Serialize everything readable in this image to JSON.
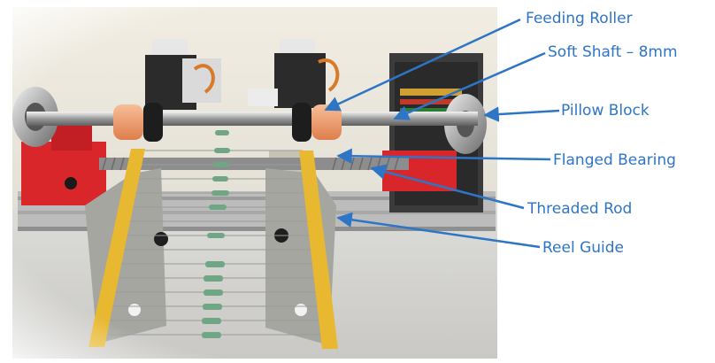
{
  "annotations": [
    {
      "label": "Feeding Roller"
    },
    {
      "label": "Soft Shaft – 8mm"
    },
    {
      "label": "Pillow Block"
    },
    {
      "label": "Flanged Bearing"
    },
    {
      "label": "Threaded Rod"
    },
    {
      "label": "Reel Guide"
    }
  ],
  "colors": {
    "callout": "#2e75c6",
    "tape": "#e8b830",
    "frame_red": "#d8262b",
    "roller_orange": "#f2a477",
    "resistor_green": "#6fa784"
  }
}
